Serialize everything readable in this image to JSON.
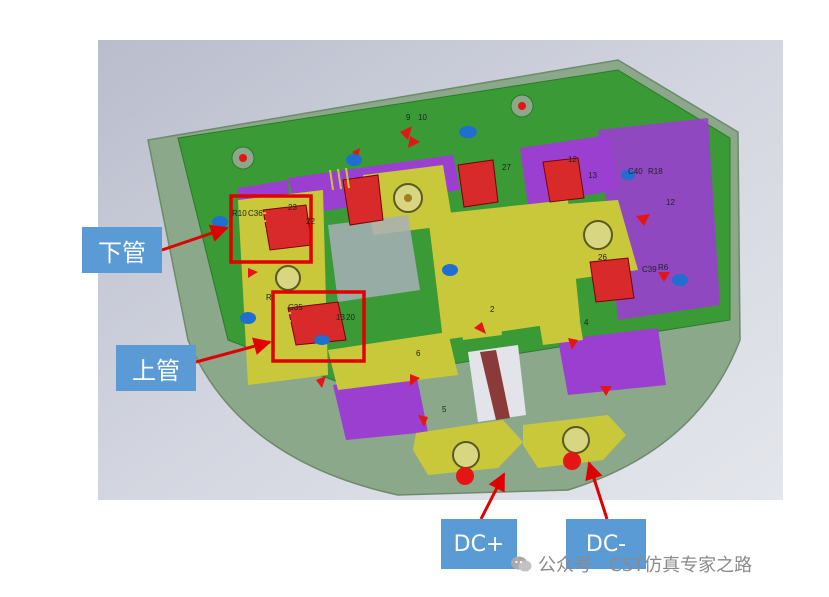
{
  "callouts": {
    "lower_switch": "下管",
    "upper_switch": "上管",
    "dc_plus": "DC+",
    "dc_minus": "DC-"
  },
  "board_labels": [
    "9",
    "10",
    "R10",
    "C36",
    "23",
    "22",
    "R",
    "C35",
    "13",
    "20",
    "27",
    "12",
    "13",
    "C40",
    "R18",
    "12",
    "26",
    "C39",
    "R6",
    "2",
    "4",
    "6",
    "5"
  ],
  "watermark": {
    "text": "公众号 · CST仿真专家之路"
  },
  "colors": {
    "viewport_bg": "#c8ccd8",
    "board_edge": "#8ca88a",
    "pcb_green": "#3a9a36",
    "copper_yellow": "#c9c83a",
    "pad_purple": "#9a3fd0",
    "highlight_red": "#e00000",
    "callout_blue": "#5b9bd5",
    "port_red": "#e51515",
    "port_blue": "#1e6fcf"
  }
}
